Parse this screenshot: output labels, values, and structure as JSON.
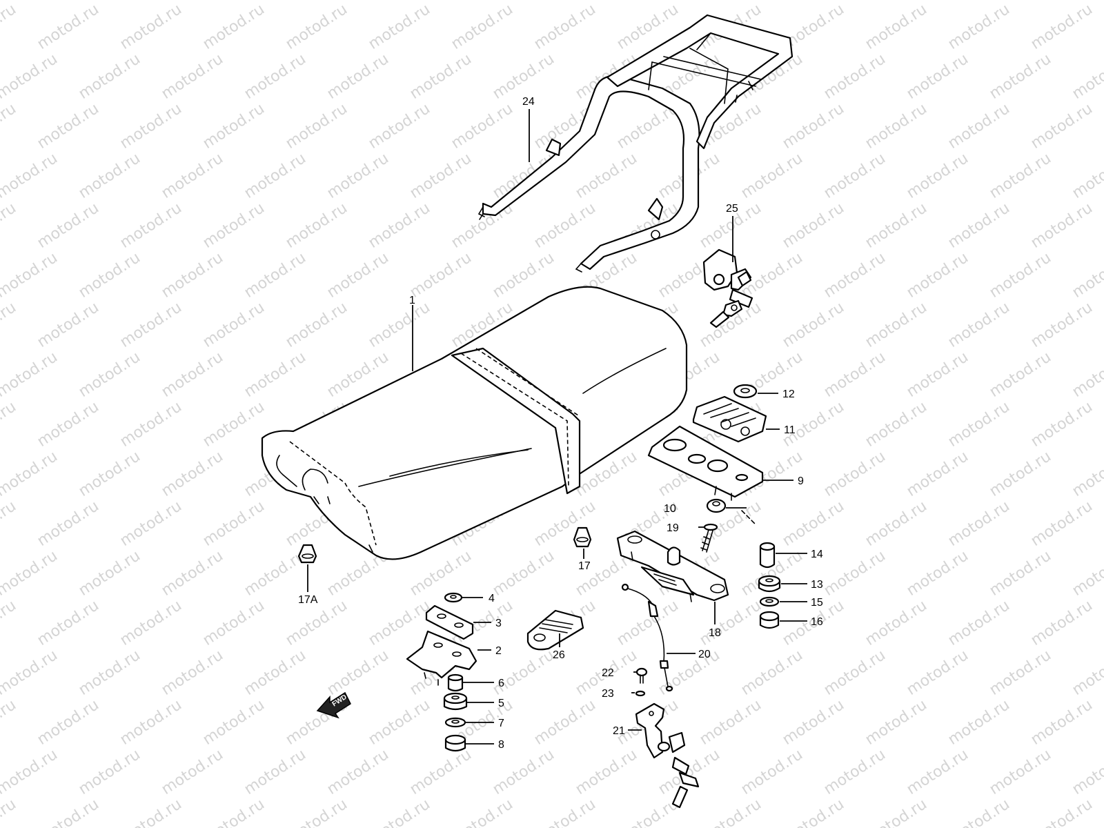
{
  "watermark": {
    "text": "motod.ru",
    "color": "#d4d4d4"
  },
  "fwd_badge": {
    "text": "FWD"
  },
  "callouts": [
    {
      "id": "1",
      "label": "1"
    },
    {
      "id": "2",
      "label": "2"
    },
    {
      "id": "3",
      "label": "3"
    },
    {
      "id": "4",
      "label": "4"
    },
    {
      "id": "5",
      "label": "5"
    },
    {
      "id": "6",
      "label": "6"
    },
    {
      "id": "7",
      "label": "7"
    },
    {
      "id": "8",
      "label": "8"
    },
    {
      "id": "9",
      "label": "9"
    },
    {
      "id": "10",
      "label": "10"
    },
    {
      "id": "11",
      "label": "11"
    },
    {
      "id": "12",
      "label": "12"
    },
    {
      "id": "13",
      "label": "13"
    },
    {
      "id": "14",
      "label": "14"
    },
    {
      "id": "15",
      "label": "15"
    },
    {
      "id": "16",
      "label": "16"
    },
    {
      "id": "17",
      "label": "17"
    },
    {
      "id": "17A",
      "label": "17A"
    },
    {
      "id": "18",
      "label": "18"
    },
    {
      "id": "19",
      "label": "19"
    },
    {
      "id": "20",
      "label": "20"
    },
    {
      "id": "21",
      "label": "21"
    },
    {
      "id": "22",
      "label": "22"
    },
    {
      "id": "23",
      "label": "23"
    },
    {
      "id": "24",
      "label": "24"
    },
    {
      "id": "25",
      "label": "25"
    },
    {
      "id": "26",
      "label": "26"
    }
  ]
}
